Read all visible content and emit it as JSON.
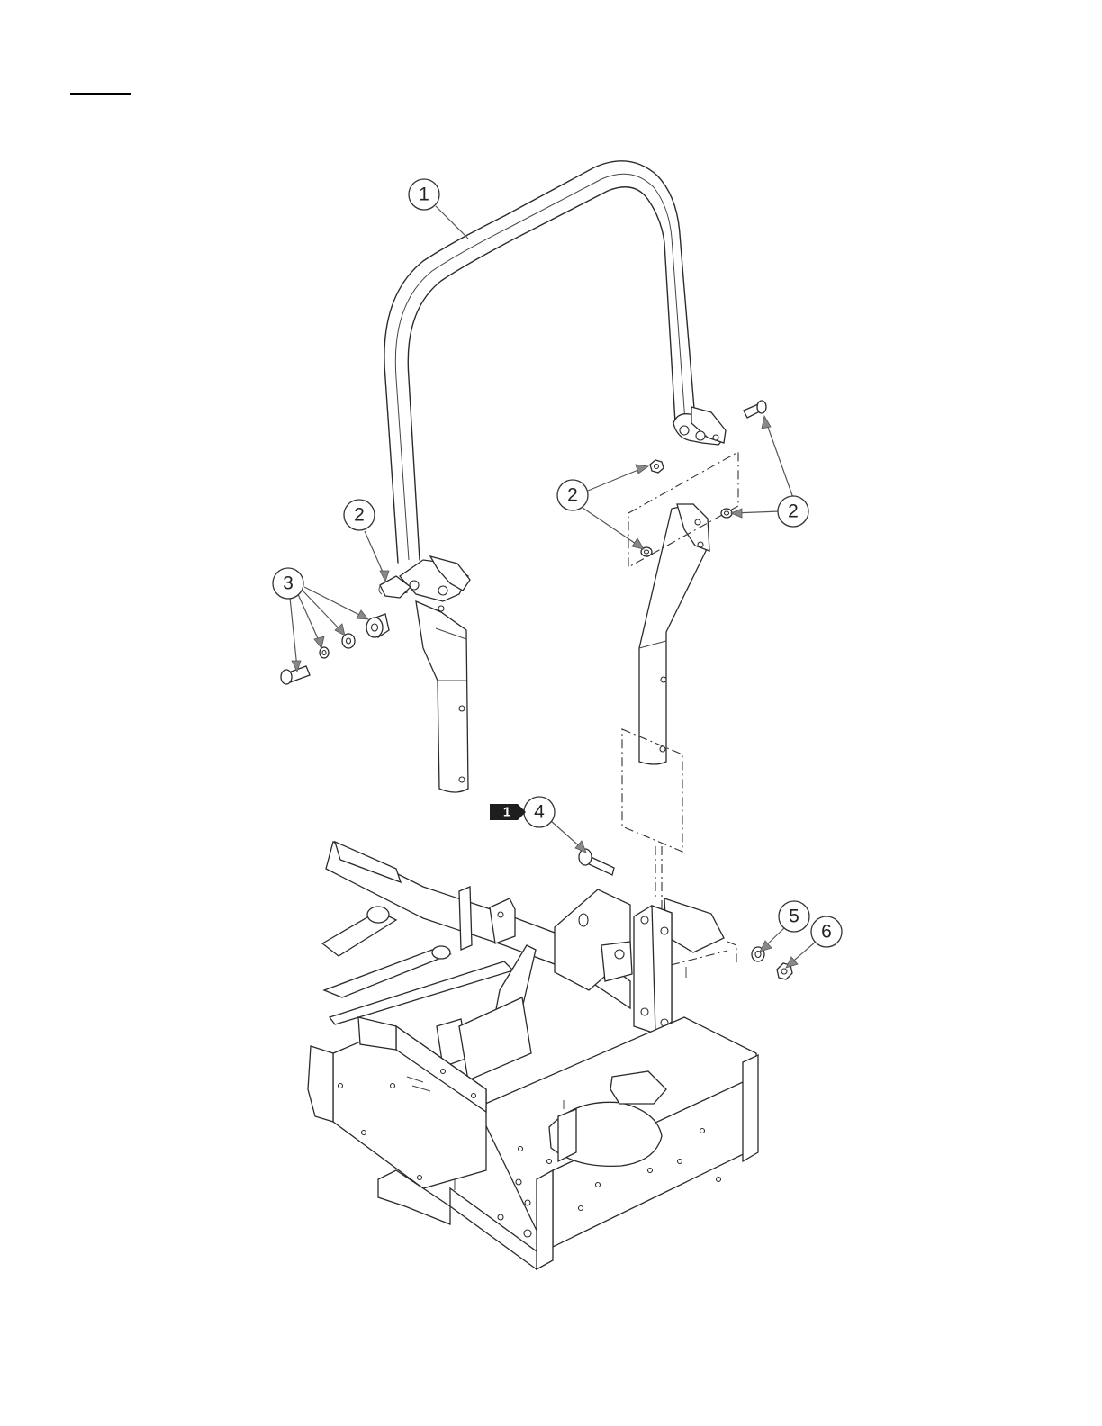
{
  "callouts": [
    {
      "id": "c1",
      "label": "1"
    },
    {
      "id": "c2a",
      "label": "2"
    },
    {
      "id": "c2b",
      "label": "2"
    },
    {
      "id": "c2c",
      "label": "2"
    },
    {
      "id": "c3",
      "label": "3"
    },
    {
      "id": "c4",
      "label": "4"
    },
    {
      "id": "c5",
      "label": "5"
    },
    {
      "id": "c6",
      "label": "6"
    }
  ],
  "note_badge": {
    "label": "1"
  }
}
